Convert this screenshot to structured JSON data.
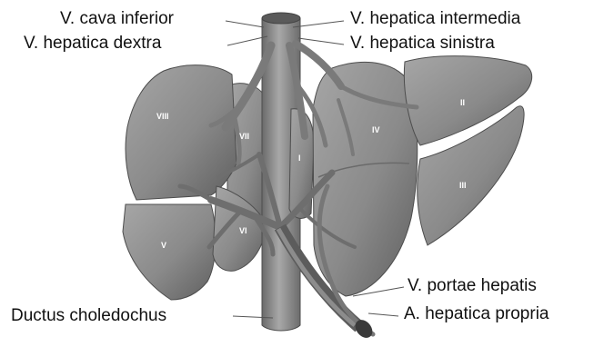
{
  "labels": {
    "cava_inferior": "V. cava inferior",
    "hepatica_dextra": "V. hepatica dextra",
    "hepatica_intermedia": "V. hepatica intermedia",
    "hepatica_sinistra": "V. hepatica sinistra",
    "portae_hepatis": "V. portae hepatis",
    "hepatica_propria": "A. hepatica propria",
    "ductus_choledochus": "Ductus choledochus"
  },
  "segments": {
    "I": "I",
    "II": "II",
    "III": "III",
    "IV": "IV",
    "V": "V",
    "VI": "VI",
    "VII": "VII",
    "VIII": "VIII"
  },
  "colors": {
    "liver": "#8a8a8a",
    "liver_dark": "#5e5e5e",
    "vessel": "#737373",
    "line": "#555555"
  }
}
